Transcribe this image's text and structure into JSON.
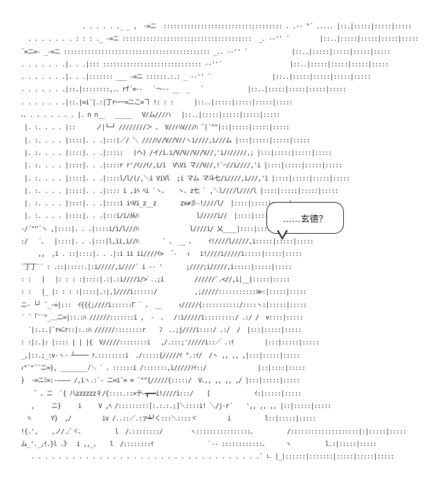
{
  "artwork": {
    "lines": [
      "                  . . . . . ._ _ ,  -=ニ  ::::::::::::::::::::::::::::::::::: . .-‐ \"´ ..... |::.|:::::|:::::|:::::",
      "  . . . . . . . : : : ._ -=ニ ::::::::::::::::::::::::::::::::::::::  _. -‐'' ´         |::..|:::::|:::::|:::::|:::::",
      "¨=ニ=‐ _-=ニ ::::::::::::::::::::::::::::::::::::::::::: _.. -‐'' ´             |::..|:::::|:::::|:::::|:::::",
      ". . . . . . .|. . .|::: ::::::::::::::::::::::::::::: -‐''´                    |::..|:::::|:::::|:::::|:::::",
      ". . . . . . .|. . .|::::::: ___ -=ニ ::::::.:.: _ -‐'' ´                  |::..|:::::|:::::|:::::|:::::",
      ". . . . . . .|::.|::::::::,.、rf´=-‐   `～-- __  _   ´             |::..|:::::|:::::|:::::|:::::",
      ". . . . . . .|::.|=i´|.:|丁r─一=ニこ=ヿ !: : :      |::..|:::::|:::::|:::::|:::::",
      "、、. . . . . . . |. ∩ ∩__   _____   V/ム///ハ   |::..|:::::|:::::|:::::|:::::",
      " |. :. . . . |::      ノ|└─┘ ////////＞ 、 V//ハV///ﾊ ¨|´\"\"|::|:::::|:::::|:::::",
      " |. :. . . . |::::|. . .|:::(／/ ＼ ////ﾊ//V//V//ヽi////,i///ム |:::|:::::|:::::|:::::",
      " |. :. . . . |::::|. . .|:::::   (ヘ) /イ/i.i/V/V//V//V//,'i/ﾉ/////,; |:::|:::::|:::::|:::::",
      " |. :. . . . |::::|. . .|::::r r'/ｲ//ｲ/,i/i  V\\Vi マ//V//,!¨⌒//i////,'i |::::|:::::|:::::|:::::",
      " |. :. . . . |::::|. . .|::::l/l/(/,＼i ViVl  ;i マム マ斗七/i////,i///,'i |::::|:::::|:::::|:::::",
      " |. :. . . . |::::|. . .|:::: i ,iﾍ ﾍi `ヽ、   ヽ、z七 ` ,＼l////l////l |::::|:::::|:::::|:::::",
      " |. :. . . . |::::|. . .|::::i iﾍVi_z__z       zx≠彡‐!////l/  |::::|:::::|:::::|:::::",
      " |. :. . . . |::::|. . .|:::i/i/从ﾊ                 l/////i//  |::::|:::::|:::::|:::::",
      "‐/´\"\"¨ヽ ,|::::|. . .|::::i/i/l///ﾊ               l////i/ 乂____|::::|:::::|:::::",
      ":/   ´、  |::::|. . .|:::|l,ii,i//ﾊ       ` 、 __ 、    ｲ!////l/////,i:::::|:::::|:::::",
      "     ,,  ,i . ::|::::|. . .|:i ii ii////ｲ>  ̄ ‐   ｨ   i!////i/////i:::::|:::::|:::::",
      "¨丁丁¨´ : .::|:::::.|:i/////,i////´ i ‐‐ '       ;////;i/////,i:::::|:::::|:::::",
      ": :   |   |: : : :|::::|.:|.:i////i/>`..;i         //////`.<//,i|__|:::::|:::::",
      ": :   |_ |: : : :|::::|.:|,]////i::::::/           ,;/////:::::::::::≫:|:::::|:::::",
      "ニ- └┘ ¨_-=|:::  ｲ{{{;////i::::::Γ ` 、 __     ｨ/////{:::::::::::/::::ヽ:|:::::|:::::",
      "´ ¨「¨¨\"_＿ニ=|::.:ﾊ //////:::::::i ,  ‐  、  /:i/////i:::::::::/ .:/ /  v::::|:::::",
      "  ´|:.:.|¨r=ﾆr::|:.:ﾊ //////::::::::r    ﾌ  ..;j////i::::/ .:/  /  |:::|:::::|:::::",
      ": :|:.|: |:::: | | |{  V/////::::::::i   ,/.:::;'/////i::／ .:ｲ         |:::|:::::|:::::",
      "_,|::.;_:v-ヽ‐ ┴──── ｧ.::::::::i  ./:::::{/////ｲ \".:ｲ/  /ヽ ,, ,, ,|:::|:::::|:::::",
      "ｨ\"¨\"¨¨ニ=}, ________ﾉ＼ ` 、::::::i /:::::::,i/////ﾉｲ::/               |::|::::|:::::",
      "}  -=ニﾐ=:-―――― /,iヽ.:`‐ ニ=i¨= = ¨\"\"{/////{:::::/  V､,, ,, ,, ,/ |:::|:::::|:::::",
      "    ゛、ニ  `{ 八zzzzzz彳/{::::.::>テ―┳━━i!////i:::/    [             ｲ:|:::::|:::::",
      "   ,     ニ}     i     V ,ﾍ /:::::::::[:.:.:.;]＼::::i! ＼/j-r´    ',, ,, ,, |::|:::::|:::::",
      "  ﾍ      Y}  ,/         iv /..::／.:ァ┷┘く:::＼::::ヾ         i          l::|:::::|:::::",
      "!{.',    ,ノ/.:ﾞヾ、         l  /.::::::::/        ヽ::::::::::::::::、         /::::::::::::::::::::|:|:::::|:::::",
      "ム_'._,ｲ.}l .》  i ,,_、   l  /::::::::ｲ                `‐‐ ::::::::::::、     ヽ          l.:|:::::|:::::",
      "   . . . . . . . . . . . . . . . . . . . . . . . . . . . . . . . . . .¨ ㄴ |_|::::::|:::::::|:::::|:::::|:::::"
    ]
  },
  "speech_bubble": {
    "text": "……玄德？"
  }
}
